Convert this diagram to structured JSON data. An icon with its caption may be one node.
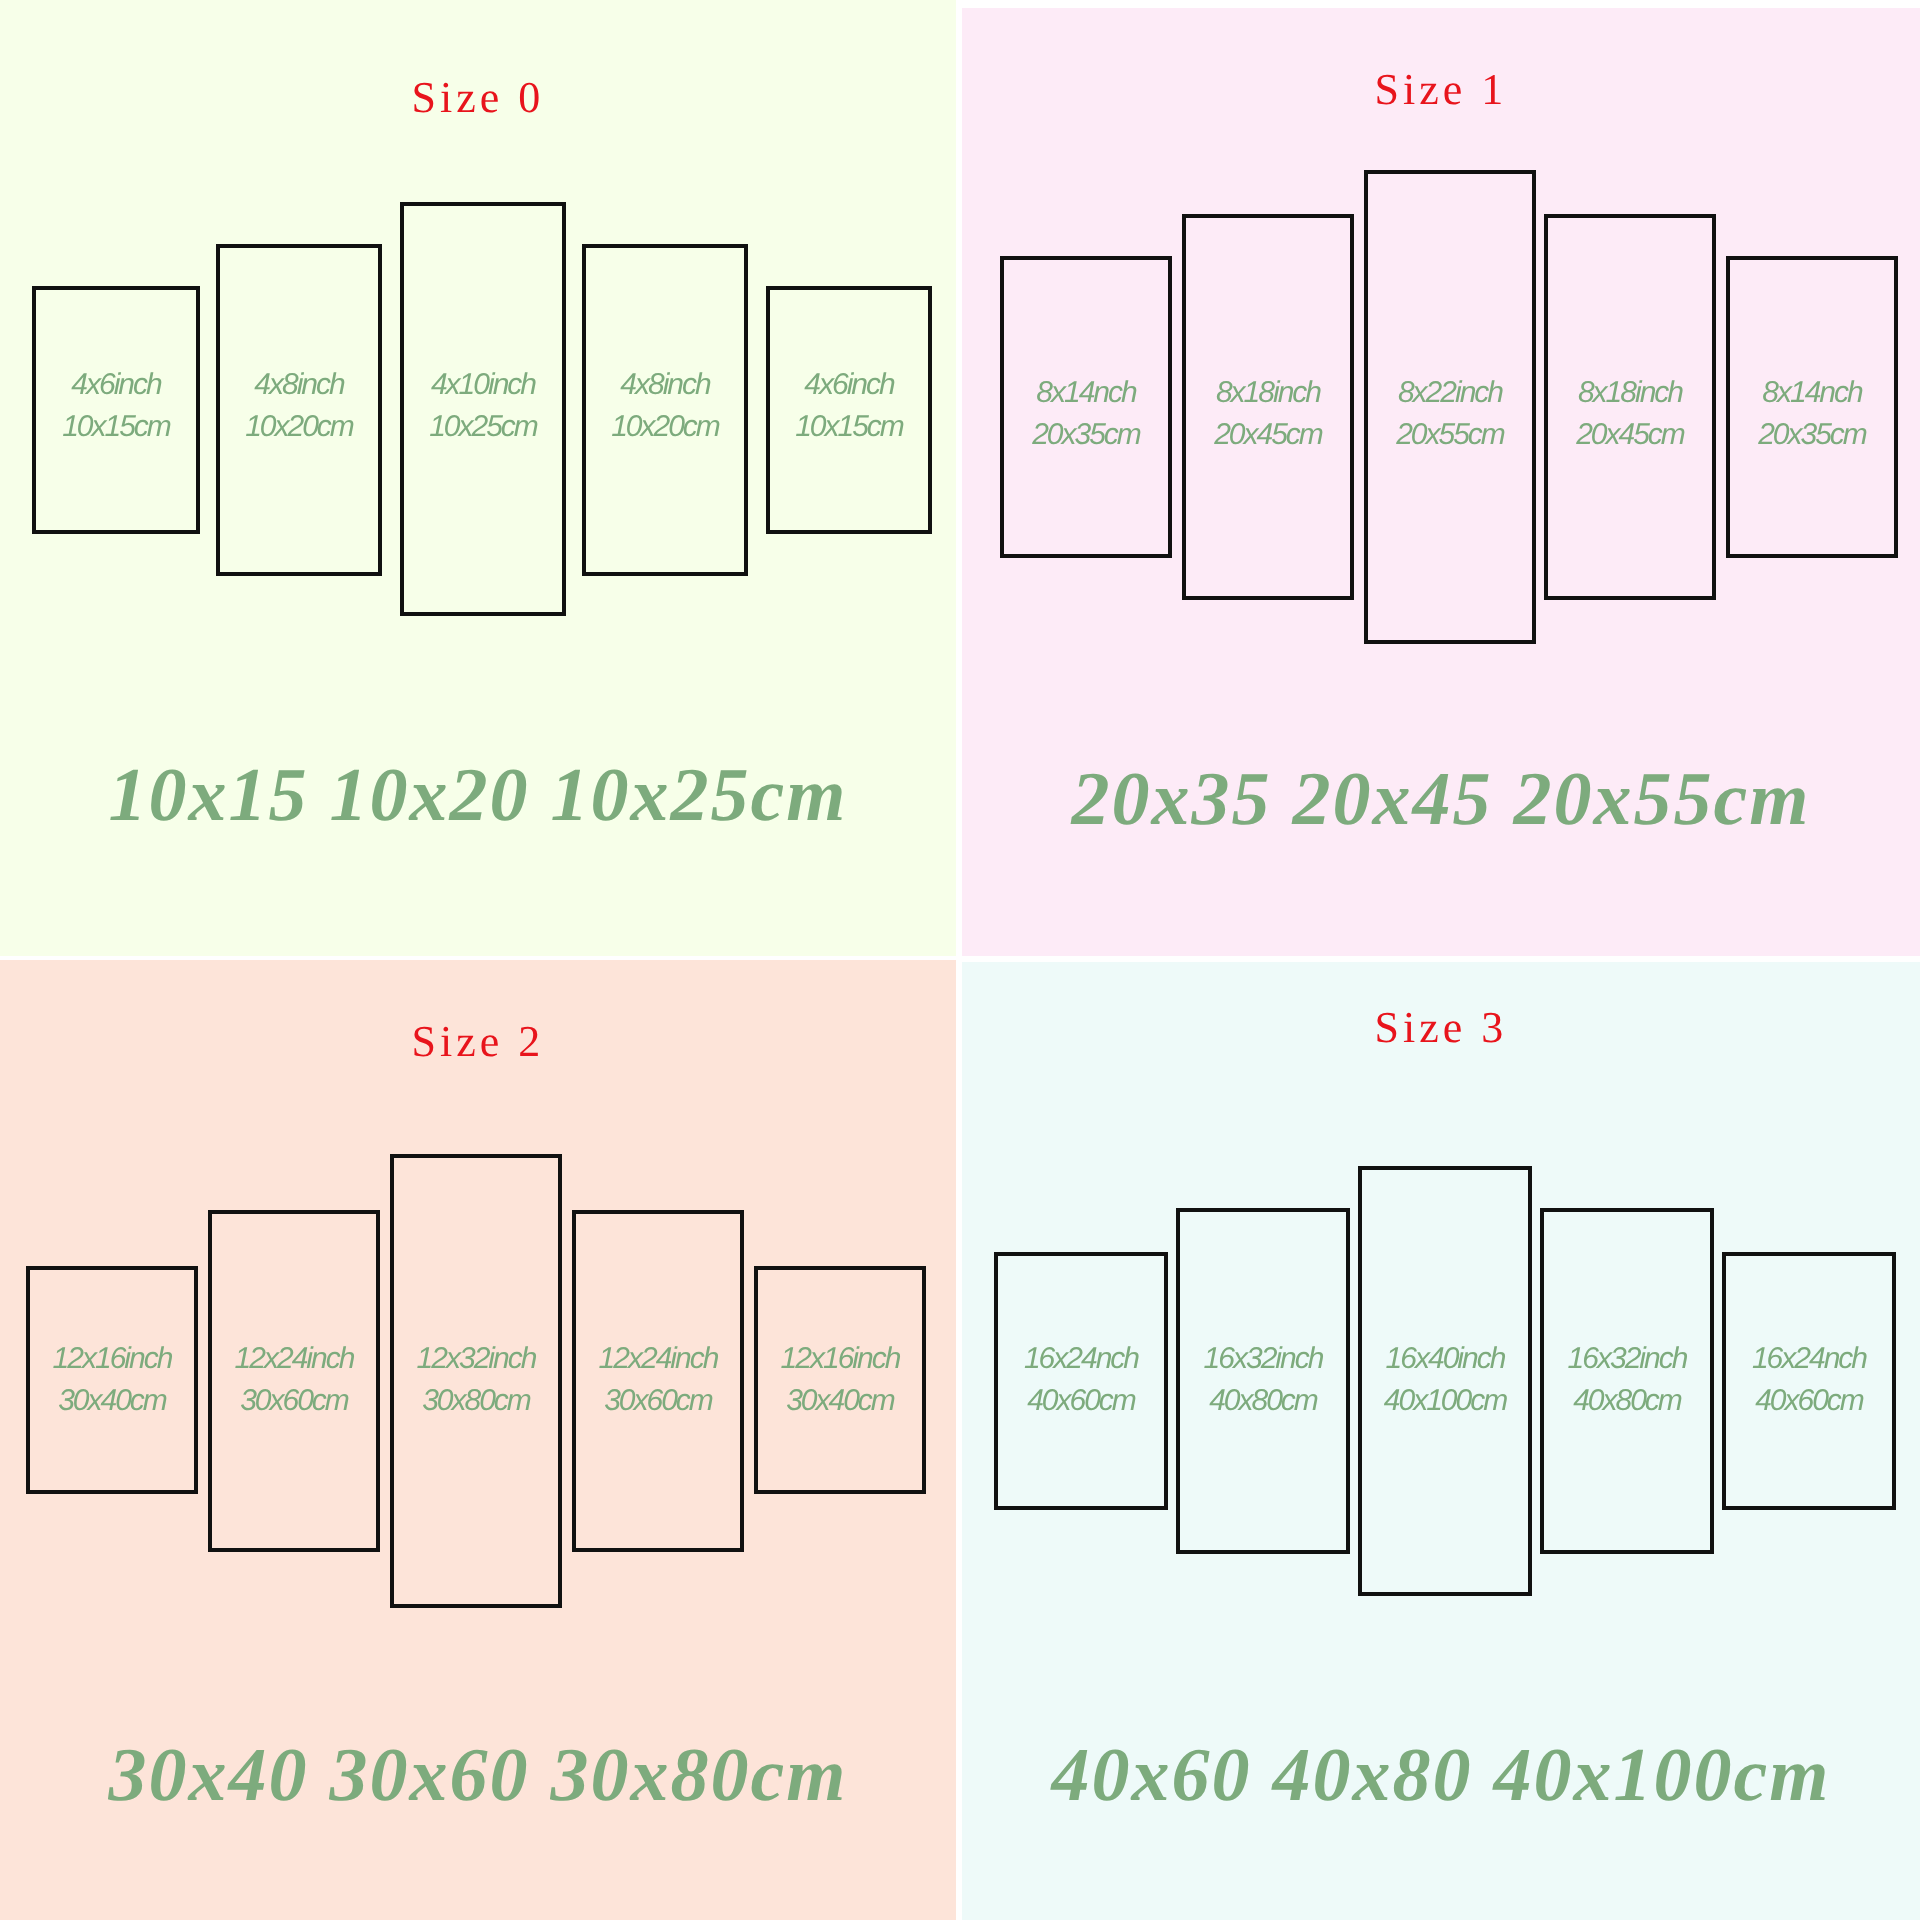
{
  "diagram": {
    "nodes": [
      {
        "text": [
          "Size 0",
          "10x15 10x20 10x25cm"
        ]
      },
      {
        "text": [
          "4x6inch",
          "10x15cm"
        ],
        "in": 0
      },
      {
        "text": [
          "4x8inch",
          "10x20cm"
        ],
        "in": 0
      },
      {
        "text": [
          "4x10inch",
          "10x25cm"
        ],
        "in": 0
      },
      {
        "text": [
          "4x8inch",
          "10x20cm"
        ],
        "in": 0
      },
      {
        "text": [
          "4x6inch",
          "10x15cm"
        ],
        "in": 0
      },
      {
        "text": [
          "Size 1",
          "20x35 20x45 20x55cm"
        ]
      },
      {
        "text": [
          "8x14nch",
          "20x35cm"
        ],
        "in": 6
      },
      {
        "text": [
          "8x18inch",
          "20x45cm"
        ],
        "in": 6
      },
      {
        "text": [
          "8x22inch",
          "20x55cm"
        ],
        "in": 6
      },
      {
        "text": [
          "8x18inch",
          "20x45cm"
        ],
        "in": 6
      },
      {
        "text": [
          "8x14nch",
          "20x35cm"
        ],
        "in": 6
      },
      {
        "text": [
          "Size 2",
          "30x40 30x60 30x80cm"
        ]
      },
      {
        "text": [
          "12x16inch",
          "30x40cm"
        ],
        "in": 12
      },
      {
        "text": [
          "12x24inch",
          "30x60cm"
        ],
        "in": 12
      },
      {
        "text": [
          "12x32inch",
          "30x80cm"
        ],
        "in": 12
      },
      {
        "text": [
          "12x24inch",
          "30x60cm"
        ],
        "in": 12
      },
      {
        "text": [
          "12x16inch",
          "30x40cm"
        ],
        "in": 12
      },
      {
        "text": [
          "Size 3",
          "40x60 40x80 40x100cm"
        ]
      },
      {
        "text": [
          "16x24nch",
          "40x60cm"
        ],
        "in": 18
      },
      {
        "text": [
          "16x32inch",
          "40x80cm"
        ],
        "in": 18
      },
      {
        "text": [
          "16x40inch",
          "40x100cm"
        ],
        "in": 18
      },
      {
        "text": [
          "16x32inch",
          "40x80cm"
        ],
        "in": 18
      },
      {
        "text": [
          "16x24nch",
          "40x60cm"
        ],
        "in": 18
      }
    ],
    "edges": []
  }
}
